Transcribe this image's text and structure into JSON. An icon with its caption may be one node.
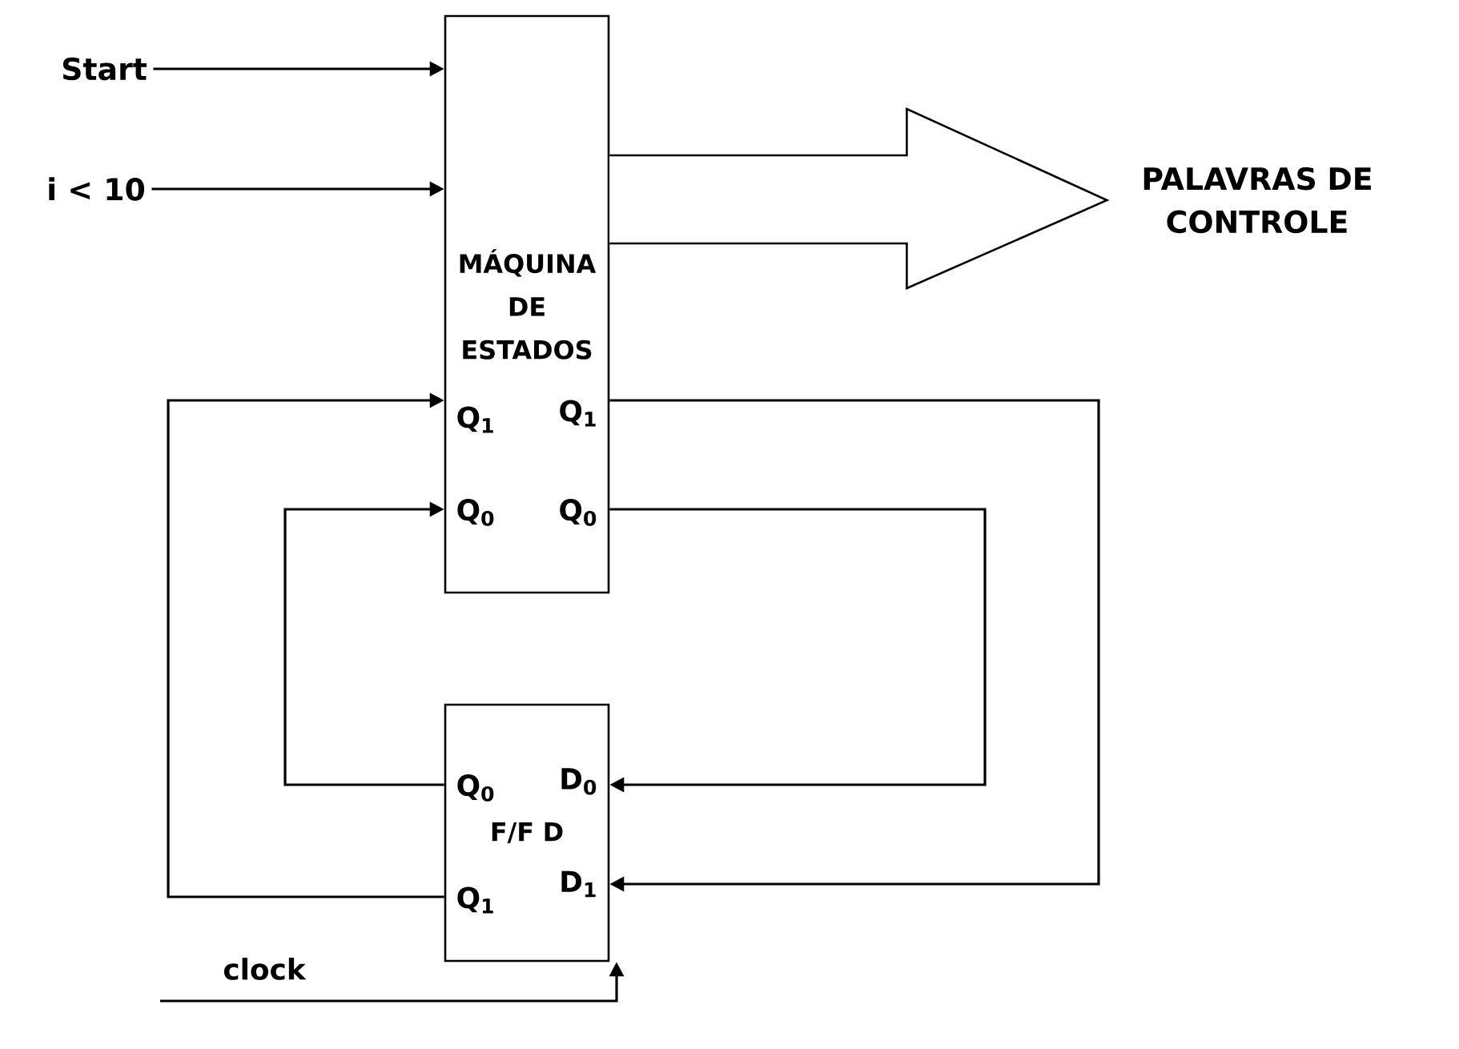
{
  "diagram": {
    "nodes": [
      {
        "text": [
          "MÁQUINA DE ESTADOS"
        ]
      },
      {
        "text": [
          "F/F D"
        ]
      },
      {
        "text": [
          "Start"
        ]
      },
      {
        "text": [
          "i < 10"
        ]
      },
      {
        "text": [
          "PALAVRAS DE CONTROLE"
        ]
      }
    ],
    "edges": [
      {
        "from": 2,
        "to": 0,
        "arrow": "to"
      },
      {
        "from": 3,
        "to": 0,
        "arrow": "to"
      },
      {
        "from": 0,
        "to": 4,
        "arrow": "to",
        "style": "thick"
      },
      {
        "from": 1,
        "to": 0,
        "arrow": "to"
      },
      {
        "from": 1,
        "to": 0,
        "arrow": "to"
      },
      {
        "from": 0,
        "to": 1,
        "arrow": "to"
      },
      {
        "from": 0,
        "to": 1,
        "arrow": "to"
      },
      {
        "from": null,
        "to": 1,
        "arrow": "to",
        "label": "clock"
      }
    ],
    "labels": [
      "Q$_{1}$",
      "Q$_{1}$",
      "Q$_{0}$",
      "Q$_{0}$",
      "Q$_{0}$",
      "D$_{0}$",
      "D$_{1}$",
      "Q$_{1}$"
    ]
  }
}
